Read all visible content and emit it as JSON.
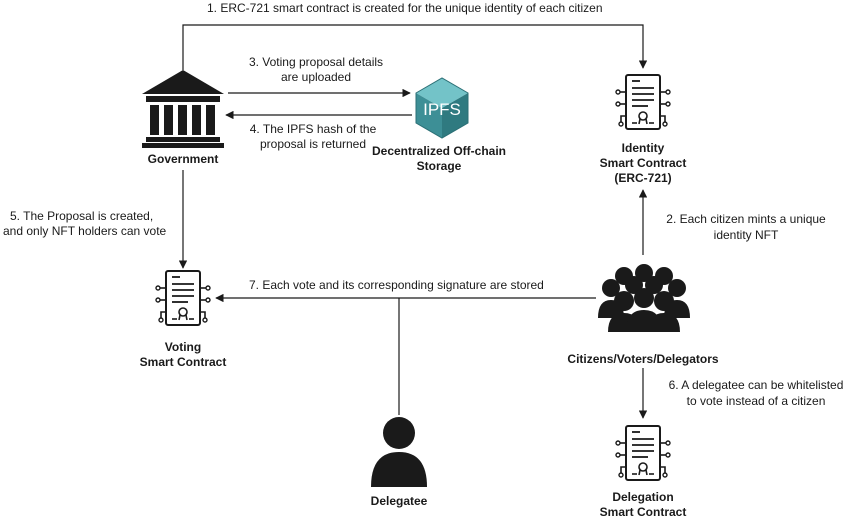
{
  "nodes": {
    "government": {
      "label": "Government",
      "icon": "bank-building-icon"
    },
    "storage": {
      "icon_text": "IPFS",
      "label_line1": "Decentralized Off-chain",
      "label_line2": "Storage",
      "icon": "ipfs-cube-icon"
    },
    "identity": {
      "label_line1": "Identity",
      "label_line2": "Smart Contract",
      "label_line3": "(ERC-721)",
      "icon": "smart-contract-icon"
    },
    "voting": {
      "label_line1": "Voting",
      "label_line2": "Smart Contract",
      "icon": "smart-contract-icon"
    },
    "citizens": {
      "label": "Citizens/Voters/Delegators",
      "icon": "crowd-icon"
    },
    "delegatee": {
      "label": "Delegatee",
      "icon": "person-icon"
    },
    "delegation": {
      "label_line1": "Delegation",
      "label_line2": "Smart Contract",
      "icon": "smart-contract-icon"
    }
  },
  "edges": {
    "step1": "1. ERC-721 smart contract is created for the unique identity of each citizen",
    "step2_line1": "2. Each citizen mints a unique",
    "step2_line2": "identity NFT",
    "step3_line1": "3. Voting proposal details",
    "step3_line2": "are uploaded",
    "step4_line1": "4. The IPFS hash of the",
    "step4_line2": "proposal is returned",
    "step5_line1": "5. The Proposal is created,",
    "step5_line2": "and only NFT holders can vote",
    "step6_line1": "6. A delegatee can be whitelisted",
    "step6_line2": "to vote instead of a citizen",
    "step7": "7. Each vote and its corresponding signature are stored"
  },
  "colors": {
    "line": "#1a1a1a",
    "ipfs_top": "#73c3c8",
    "ipfs_left": "#3d8f96",
    "ipfs_right": "#2f7a80",
    "ipfs_text": "#ffffff"
  }
}
